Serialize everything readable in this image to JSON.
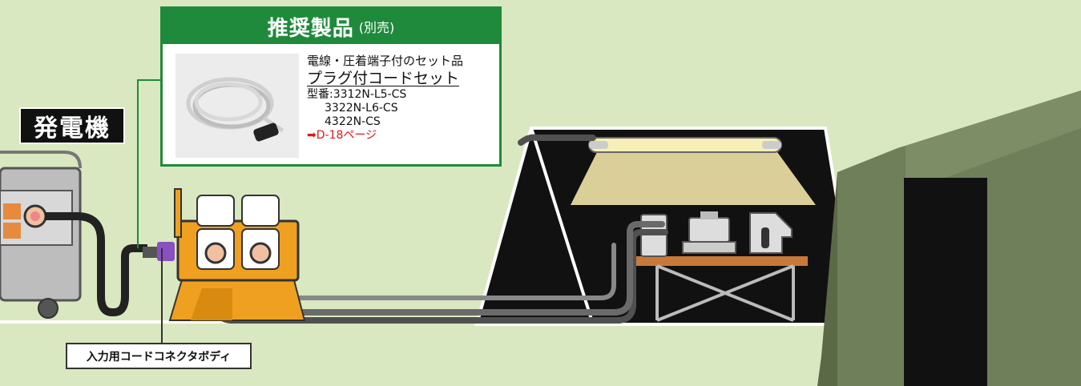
{
  "product": {
    "title": "推奨製品",
    "subtitle": "(別売)",
    "description": "電線・圧着端子付のセット品",
    "name": "プラグ付コードセット",
    "model_label": "型番:",
    "models": [
      "3312N-L5-CS",
      "3322N-L6-CS",
      "4322N-CS"
    ],
    "page_ref": "➡D-18ページ"
  },
  "labels": {
    "generator": "発電機",
    "connector": "入力用コードコネクタボディ"
  },
  "colors": {
    "background": "#d9e8c0",
    "product_accent": "#1f8a3c",
    "link_red": "#e01818",
    "tent": "#6f7f5a",
    "enclosure": "#111111",
    "socket_box": "#f0a020",
    "cable": "#505050"
  }
}
